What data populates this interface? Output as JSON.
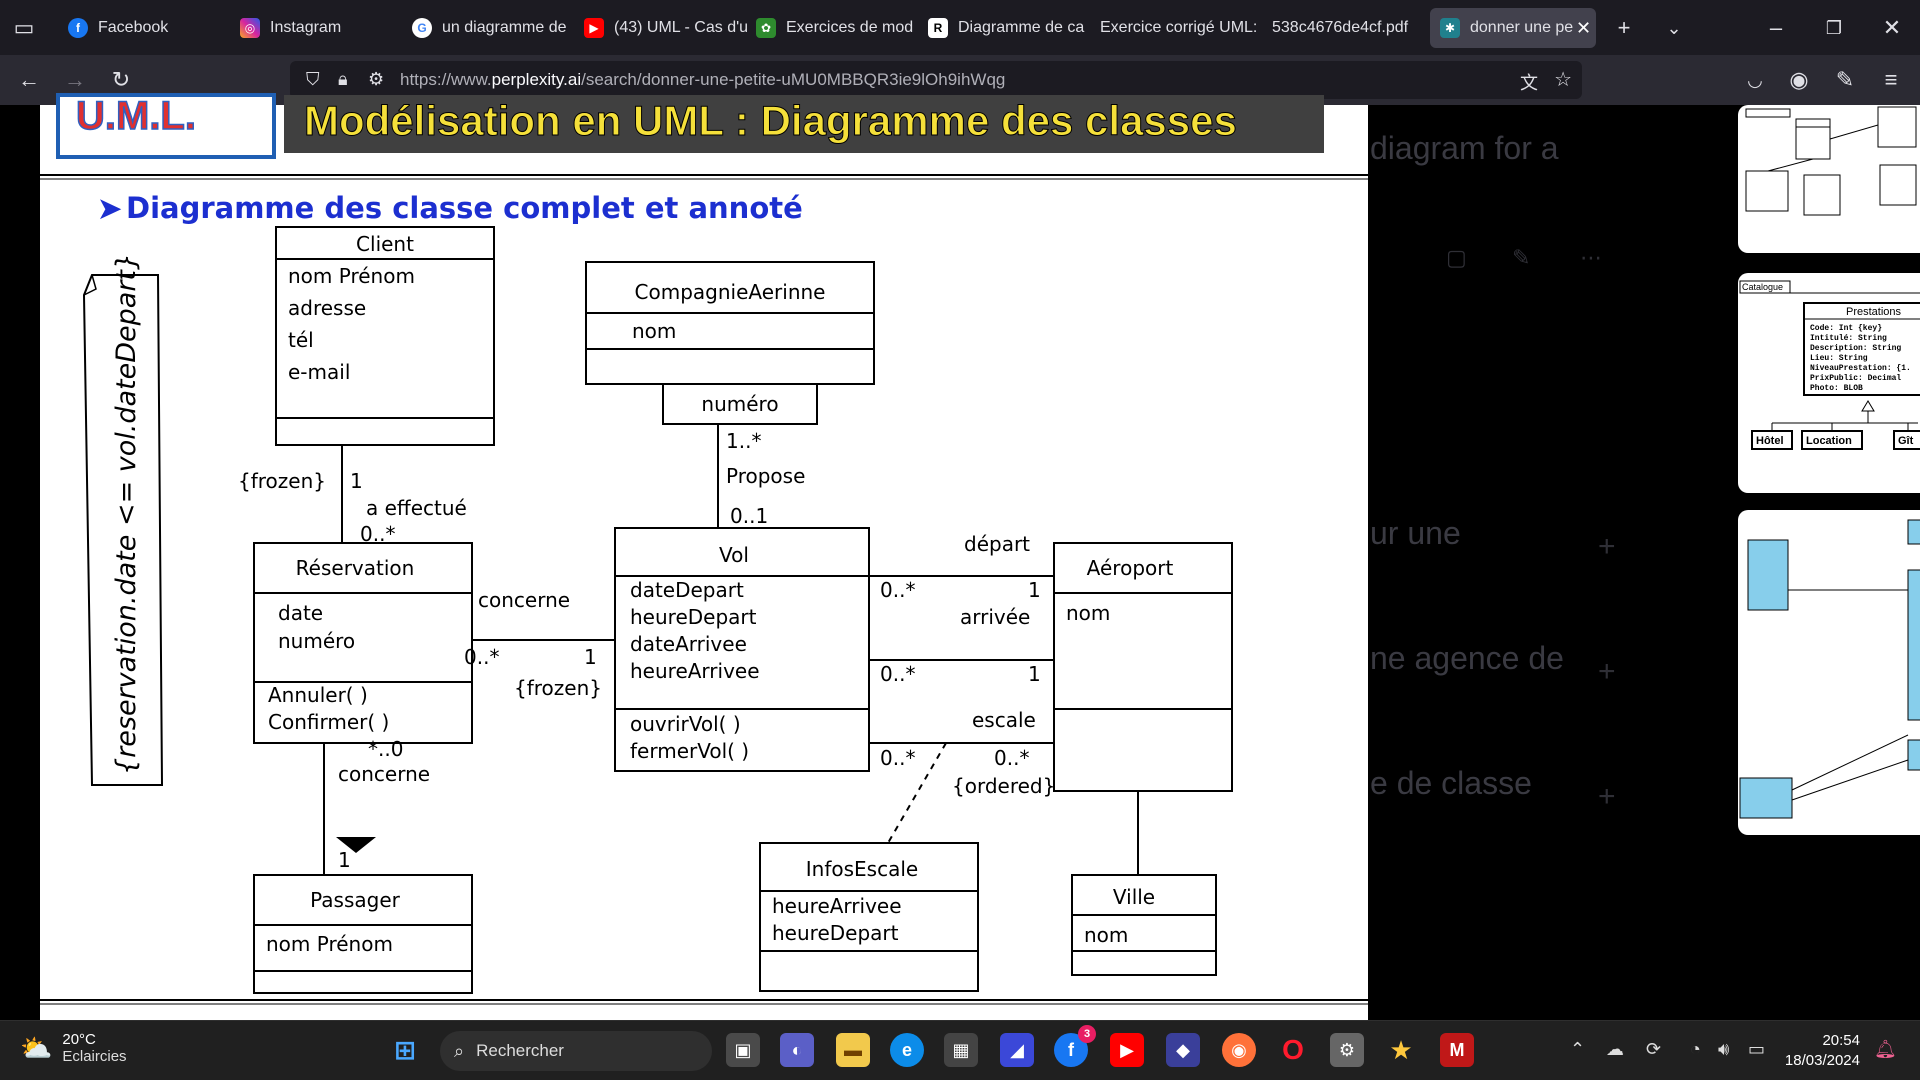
{
  "tabs": [
    {
      "label": "Facebook",
      "icon": "facebook-icon",
      "color": "#1877f2"
    },
    {
      "label": "Instagram",
      "icon": "instagram-icon",
      "color": "#d6249f"
    },
    {
      "label": "un diagramme de",
      "icon": "google-icon",
      "color": "#ffffff"
    },
    {
      "label": "(43) UML - Cas d'u",
      "icon": "youtube-icon",
      "color": "#ff0000"
    },
    {
      "label": "Exercices de mod",
      "icon": "site-icon",
      "color": "#2e8b2e"
    },
    {
      "label": "Diagramme de ca",
      "icon": "r-site-icon",
      "color": "#ffffff"
    },
    {
      "label": "Exercice corrigé UML:",
      "icon": "",
      "color": ""
    },
    {
      "label": "538c4676de4cf.pdf",
      "icon": "",
      "color": ""
    },
    {
      "label": "donner une pe",
      "icon": "perplexity-icon",
      "color": "#20808d"
    }
  ],
  "url": {
    "prefix": "https://www.",
    "domain": "perplexity.ai",
    "path": "/search/donner-une-petite-uMU0MBBQR3ie9lOh9ihWqg"
  },
  "slide": {
    "logo": "U.M.L.",
    "banner": "Modélisation en UML : Diagramme des classes",
    "subtitle": "Diagramme des classe complet et annoté",
    "note": "{reservation.date <= vol.dateDepart}"
  },
  "classes": {
    "client": {
      "name": "Client",
      "attrs": [
        "nom Prénom",
        "adresse",
        "tél",
        "e-mail"
      ]
    },
    "compagnie": {
      "name": "CompagnieAerinne",
      "attrs": [
        "nom"
      ],
      "qualifier": "numéro"
    },
    "reservation": {
      "name": "Réservation",
      "attrs": [
        "date",
        "numéro"
      ],
      "ops": [
        "Annuler( )",
        "Confirmer( )"
      ]
    },
    "vol": {
      "name": "Vol",
      "attrs": [
        "dateDepart",
        "heureDepart",
        "dateArrivee",
        "heureArrivee"
      ],
      "ops": [
        "ouvrirVol( )",
        "fermerVol( )"
      ]
    },
    "aeroport": {
      "name": "Aéroport",
      "attrs": [
        "nom"
      ]
    },
    "passager": {
      "name": "Passager",
      "attrs": [
        "nom Prénom"
      ]
    },
    "infos": {
      "name": "InfosEscale",
      "attrs": [
        "heureArrivee",
        "heureDepart"
      ]
    },
    "ville": {
      "name": "Ville",
      "attrs": [
        "nom"
      ]
    }
  },
  "labels": {
    "frozen1": "{frozen}",
    "one1": "1",
    "aEffectue": "a effectué",
    "zeroStar1": "0..*",
    "oneStar": "1..*",
    "propose": "Propose",
    "zeroOne": "0..1",
    "concerne1": "concerne",
    "zeroStar2": "0..*",
    "one2": "1",
    "frozen2": "{frozen}",
    "depart": "départ",
    "zeroStar3": "0..*",
    "one3": "1",
    "arrivee": "arrivée",
    "zeroStar4": "0..*",
    "one4": "1",
    "escale": "escale",
    "zeroStar5": "0..*",
    "zeroStar6": "0..*",
    "ordered": "{ordered}",
    "starZero": "*..0",
    "concerne2": "concerne",
    "one5": "1"
  },
  "background": {
    "texts": [
      "diagram for a",
      "ur une",
      "ne agence de",
      "e de classe"
    ]
  },
  "thumbs": {
    "catalogue": "Catalogue",
    "prestations": "Prestations",
    "presAttrs": [
      "Code: Int {key}",
      "Intitulé: String",
      "Description: String",
      "Lieu: String",
      "NiveauPrestation: {1.",
      "PrixPublic: Decimal",
      "Photo: BLOB"
    ],
    "subs": [
      "Hôtel",
      "Location",
      "Gît"
    ]
  },
  "taskbar": {
    "weatherTemp": "20°C",
    "weatherText": "Eclaircies",
    "search": "Rechercher",
    "time": "20:54",
    "date": "18/03/2024",
    "badge": "3"
  }
}
